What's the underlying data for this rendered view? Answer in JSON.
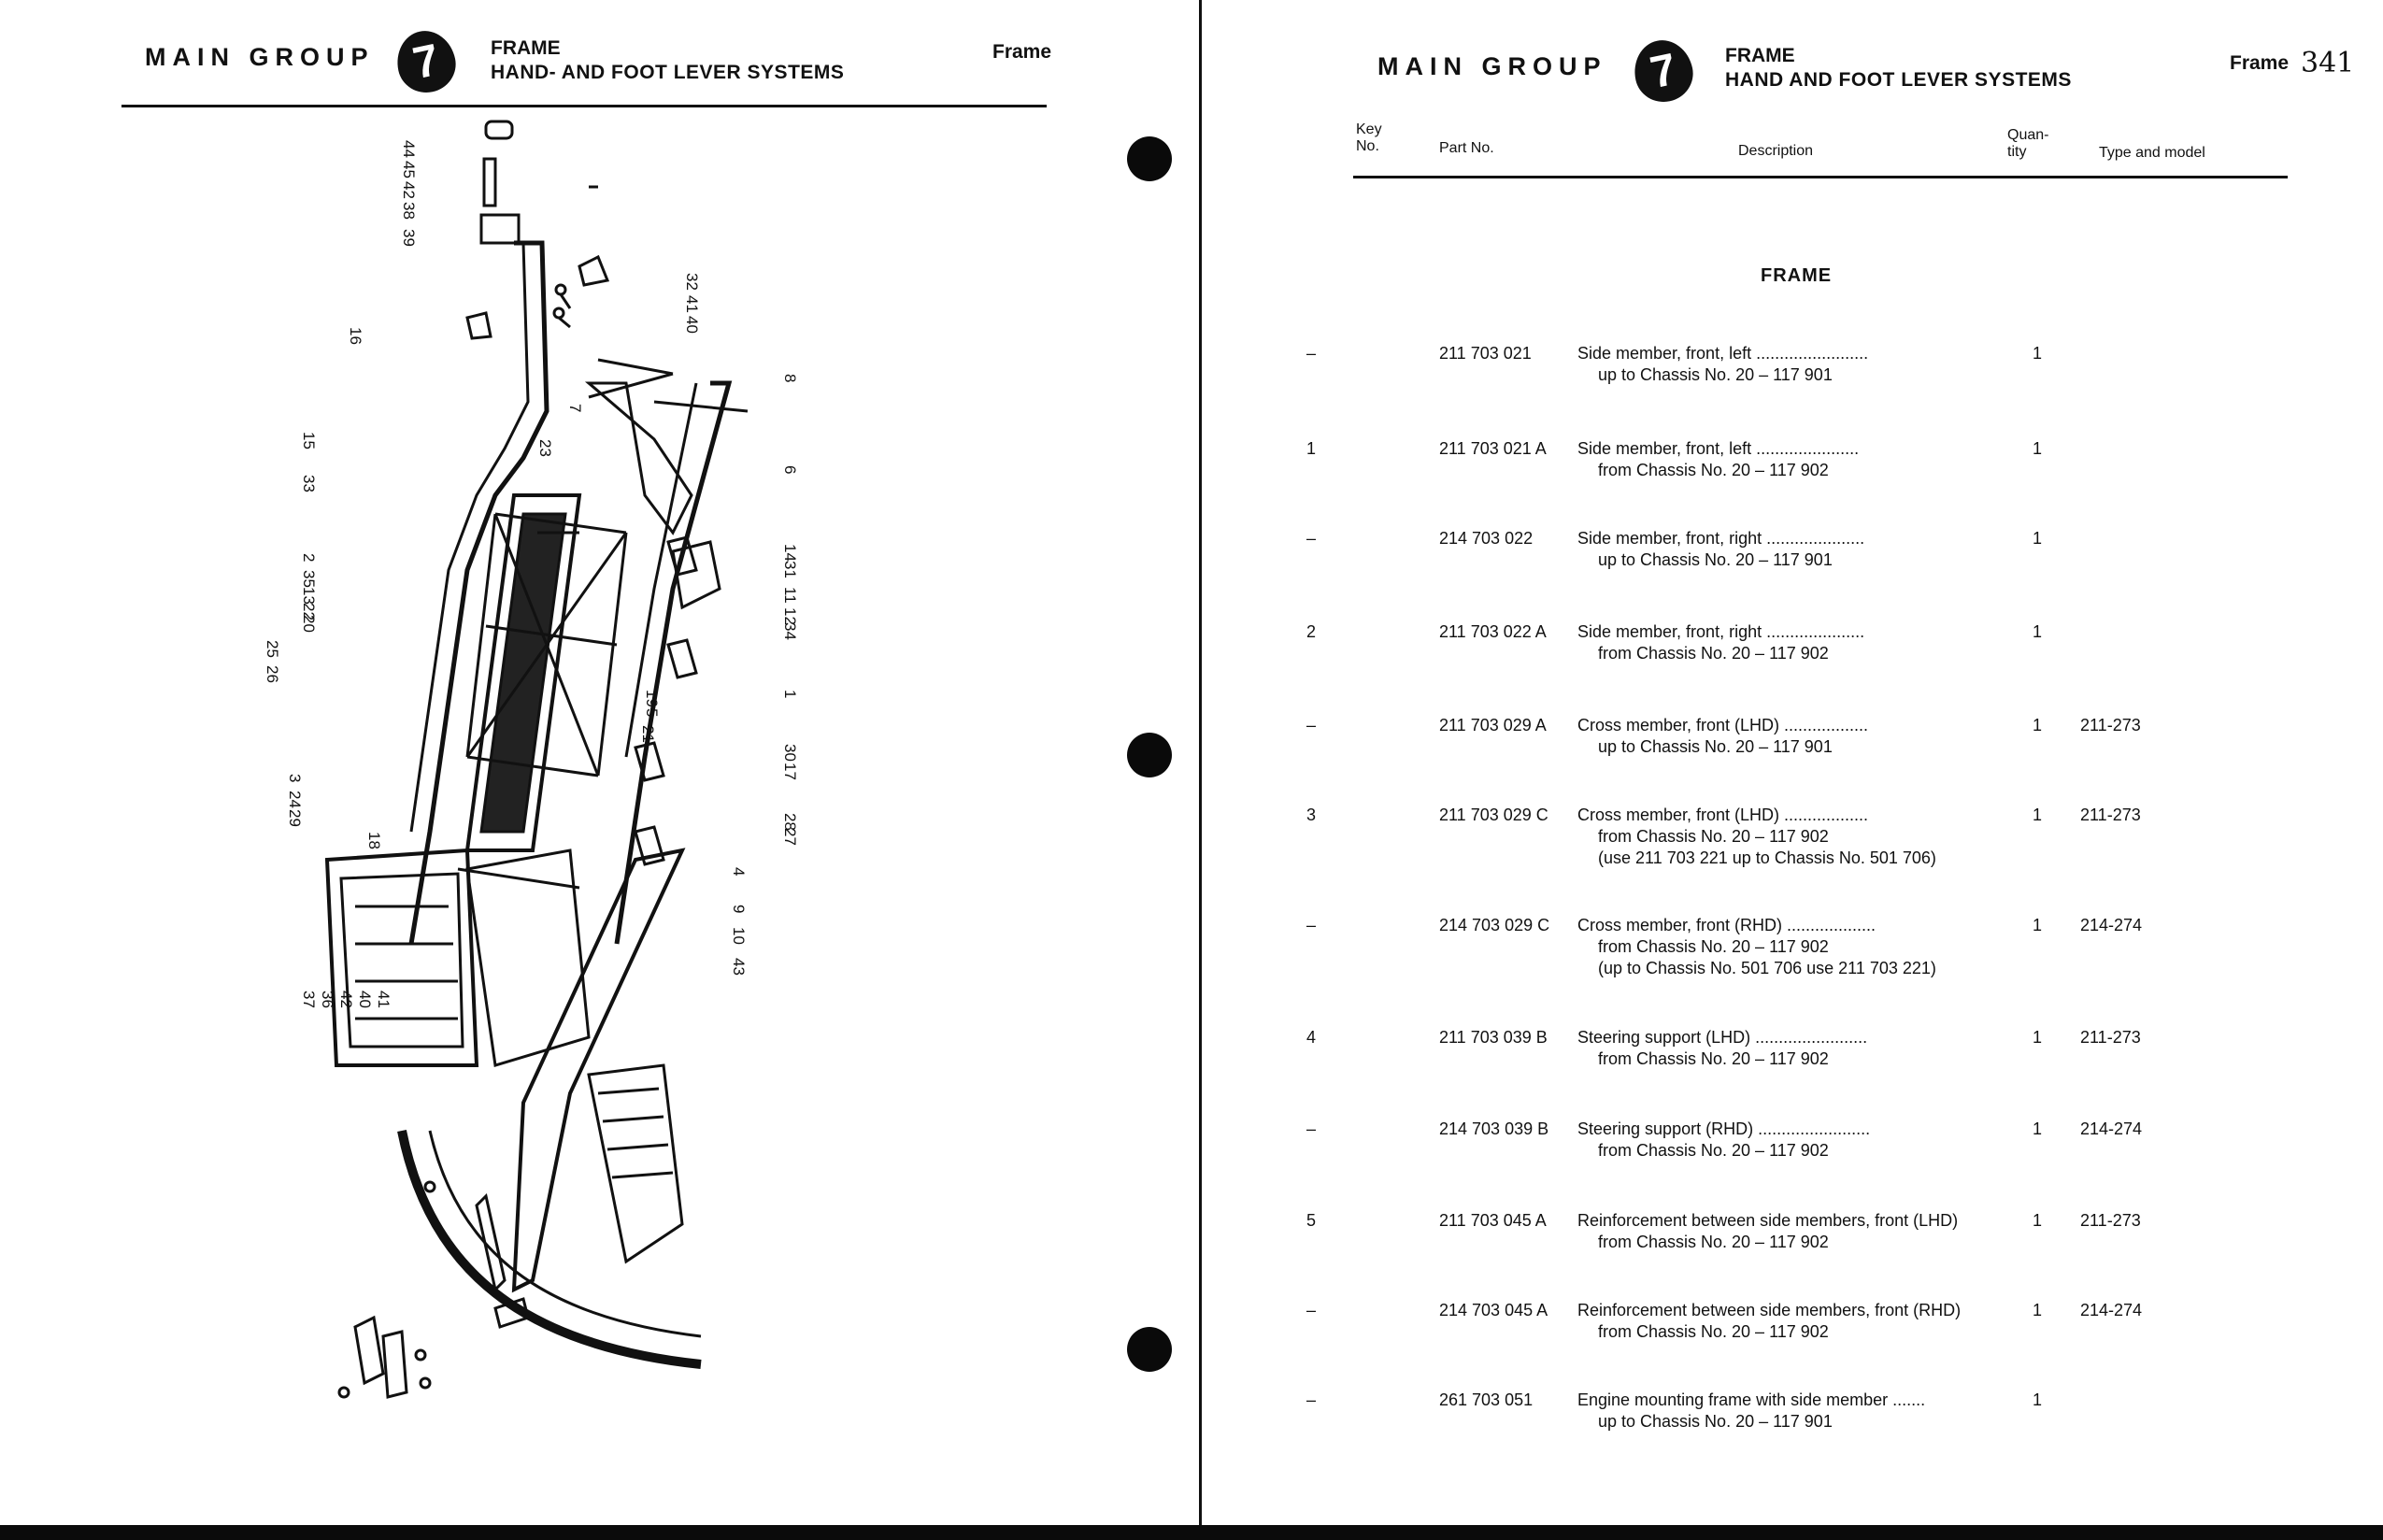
{
  "left_page": {
    "main_group": "MAIN GROUP",
    "group_number": "7",
    "title_line1": "FRAME",
    "title_line2": "HAND- AND FOOT LEVER SYSTEMS",
    "section_tag": "Frame",
    "diagram_callouts": [
      "44",
      "45",
      "42",
      "38",
      "39",
      "32",
      "41",
      "40",
      "16",
      "8",
      "15",
      "33",
      "23",
      "7",
      "6",
      "2",
      "35",
      "13",
      "22",
      "20",
      "25",
      "26",
      "14",
      "31",
      "11",
      "12",
      "34",
      "1",
      "19",
      "5",
      "21",
      "18",
      "30",
      "17",
      "3",
      "24",
      "29",
      "28",
      "27",
      "4",
      "9",
      "10",
      "43",
      "37",
      "36",
      "42",
      "40",
      "41"
    ]
  },
  "right_page": {
    "main_group": "MAIN GROUP",
    "group_number": "7",
    "title_line1": "FRAME",
    "title_line2": "HAND AND FOOT LEVER SYSTEMS",
    "section_tag": "Frame",
    "handwritten_page": "341",
    "columns": {
      "key": "Key No.",
      "part": "Part No.",
      "description": "Description",
      "quantity": "Quan- tity",
      "type": "Type and model"
    },
    "section_heading": "FRAME",
    "rows": [
      {
        "key": "–",
        "part": "211 703 021",
        "desc1": "Side member, front, left ........................",
        "desc2": "up to Chassis No. 20 – 117 901",
        "desc3": "",
        "qty": "1",
        "type": ""
      },
      {
        "key": "1",
        "part": "211 703 021 A",
        "desc1": "Side member, front, left ......................",
        "desc2": "from Chassis No. 20 – 117 902",
        "desc3": "",
        "qty": "1",
        "type": ""
      },
      {
        "key": "–",
        "part": "214 703 022",
        "desc1": "Side member, front, right .....................",
        "desc2": "up to Chassis No. 20 – 117 901",
        "desc3": "",
        "qty": "1",
        "type": ""
      },
      {
        "key": "2",
        "part": "211 703 022 A",
        "desc1": "Side member, front, right .....................",
        "desc2": "from Chassis No. 20 – 117 902",
        "desc3": "",
        "qty": "1",
        "type": ""
      },
      {
        "key": "–",
        "part": "211 703 029 A",
        "desc1": "Cross member, front (LHD) ..................",
        "desc2": "up to Chassis No. 20 – 117 901",
        "desc3": "",
        "qty": "1",
        "type": "211-273"
      },
      {
        "key": "3",
        "part": "211 703 029 C",
        "desc1": "Cross member, front (LHD) ..................",
        "desc2": "from Chassis No. 20 – 117 902",
        "desc3": "(use 211 703 221 up to Chassis No. 501 706)",
        "qty": "1",
        "type": "211-273"
      },
      {
        "key": "–",
        "part": "214 703 029 C",
        "desc1": "Cross member, front (RHD) ...................",
        "desc2": "from Chassis No. 20 – 117 902",
        "desc3": "(up to Chassis No. 501 706 use 211 703 221)",
        "qty": "1",
        "type": "214-274"
      },
      {
        "key": "4",
        "part": "211 703 039 B",
        "desc1": "Steering support (LHD) ........................",
        "desc2": "from Chassis No. 20 – 117 902",
        "desc3": "",
        "qty": "1",
        "type": "211-273"
      },
      {
        "key": "–",
        "part": "214 703 039 B",
        "desc1": "Steering support (RHD) ........................",
        "desc2": "from Chassis No. 20 – 117 902",
        "desc3": "",
        "qty": "1",
        "type": "214-274"
      },
      {
        "key": "5",
        "part": "211 703 045 A",
        "desc1": "Reinforcement between side members, front (LHD)",
        "desc2": "from Chassis No. 20 – 117 902",
        "desc3": "",
        "qty": "1",
        "type": "211-273"
      },
      {
        "key": "–",
        "part": "214 703 045 A",
        "desc1": "Reinforcement between side members, front (RHD)",
        "desc2": "from Chassis No. 20 – 117 902",
        "desc3": "",
        "qty": "1",
        "type": "214-274"
      },
      {
        "key": "–",
        "part": "261 703 051",
        "desc1": "Engine mounting frame with side member .......",
        "desc2": "up to Chassis No. 20 – 117 901",
        "desc3": "",
        "qty": "1",
        "type": ""
      }
    ]
  },
  "colors": {
    "ink": "#111111",
    "paper": "#ffffff"
  }
}
